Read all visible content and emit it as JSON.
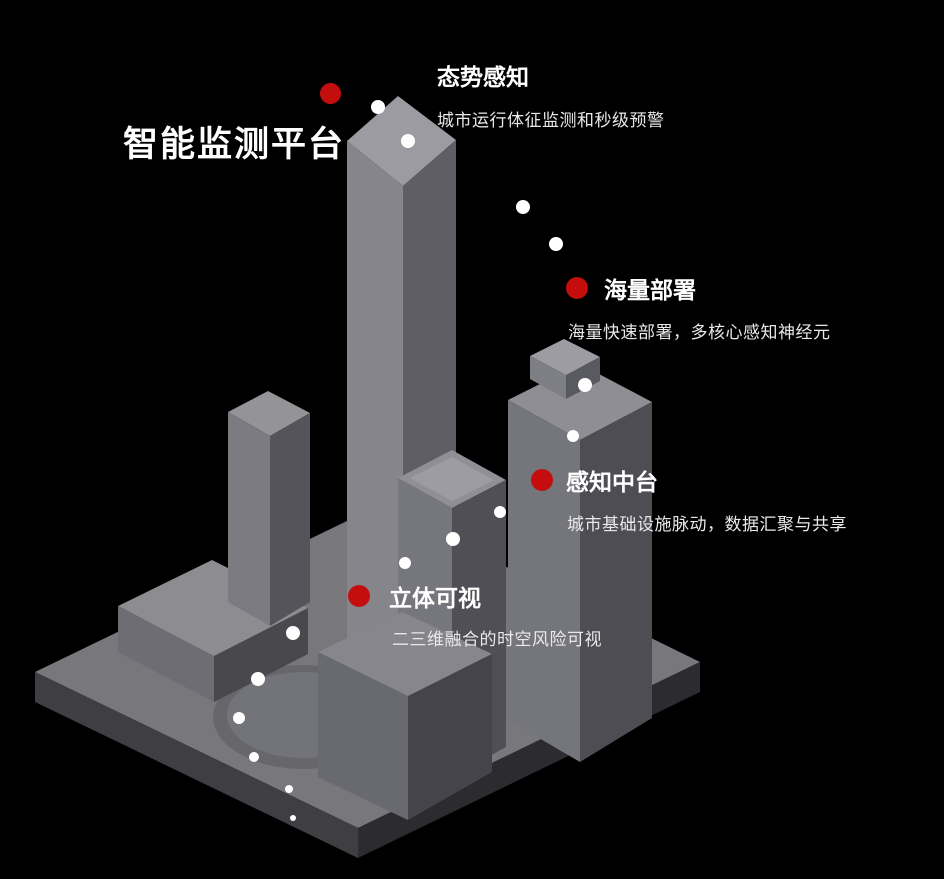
{
  "colors": {
    "background": "#000000",
    "accent": "#c40d0d",
    "dot": "#ffffff",
    "title_text": "#ffffff",
    "desc_text": "#e9e9e9"
  },
  "platform": {
    "title": "智能监测平台"
  },
  "features": [
    {
      "id": "situational-awareness",
      "title": "态势感知",
      "description": "城市运行体征监测和秒级预警"
    },
    {
      "id": "massive-deployment",
      "title": "海量部署",
      "description": "海量快速部署，多核心感知神经元"
    },
    {
      "id": "perception-middle",
      "title": "感知中台",
      "description": "城市基础设施脉动，数据汇聚与共享"
    },
    {
      "id": "stereo-visual",
      "title": "立体可视",
      "description": "二三维融合的时空风险可视"
    }
  ]
}
